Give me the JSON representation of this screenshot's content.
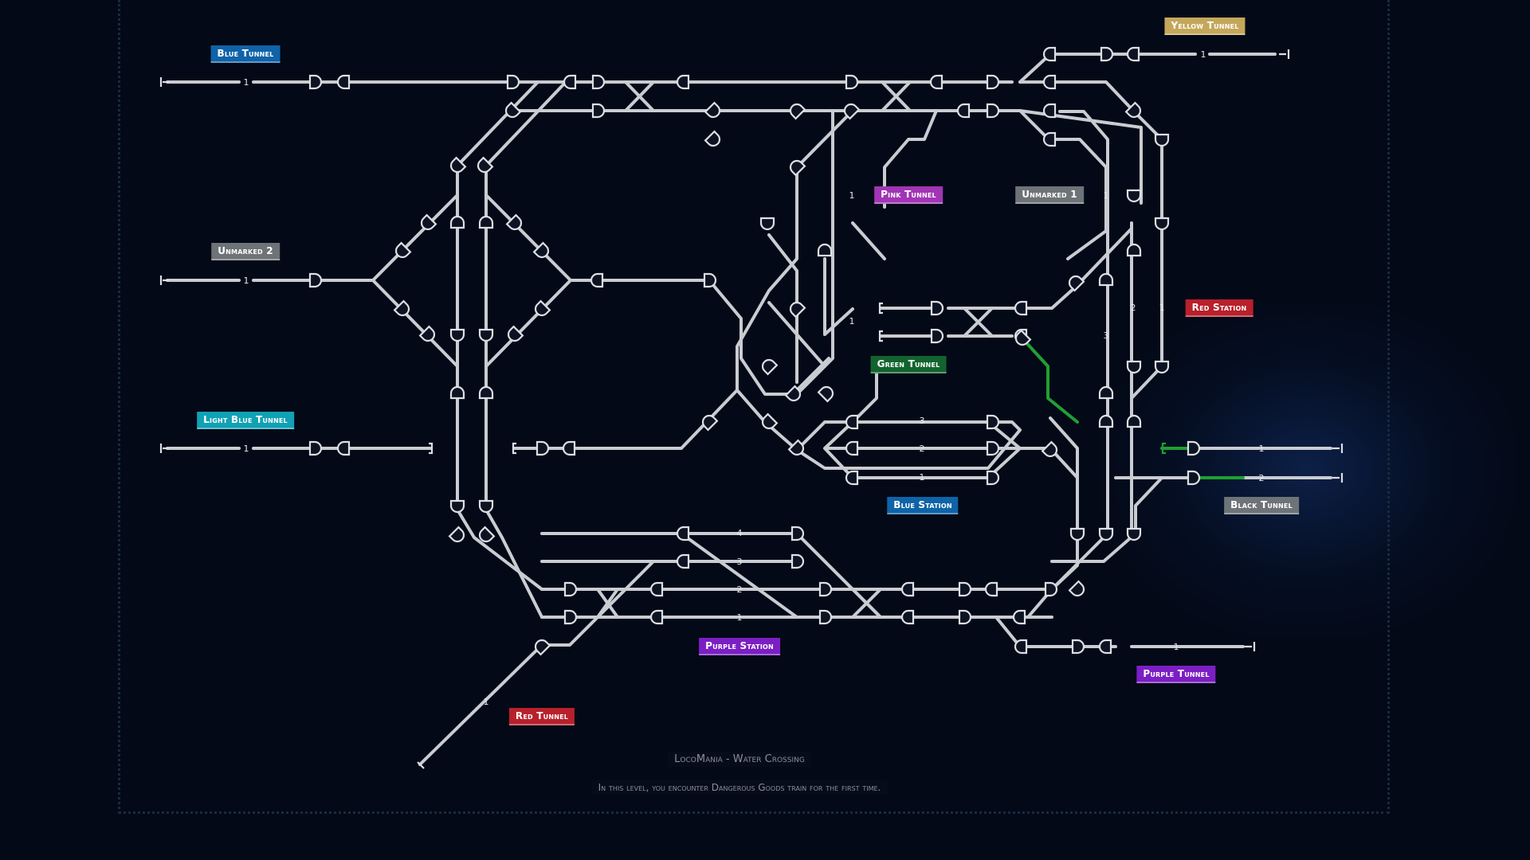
{
  "level": {
    "title": "LocoMania - Water Crossing",
    "description": "In this level, you encounter Dangerous Goods train for the first time."
  },
  "colors": {
    "background": "#030917",
    "track": "#c9ccd1",
    "active_route": "#1fa032"
  },
  "labels": {
    "blue_tunnel": {
      "text": "Blue Tunnel",
      "color": "#0f63a8"
    },
    "unmarked_2": {
      "text": "Unmarked 2",
      "color": "#6e7378"
    },
    "light_blue_tunnel": {
      "text": "Light Blue Tunnel",
      "color": "#10a1b4"
    },
    "yellow_tunnel": {
      "text": "Yellow Tunnel",
      "color": "#c4a75a"
    },
    "pink_tunnel": {
      "text": "Pink Tunnel",
      "color": "#a235b5"
    },
    "unmarked_1": {
      "text": "Unmarked 1",
      "color": "#6e7378"
    },
    "red_station": {
      "text": "Red Station",
      "color": "#b8202b"
    },
    "green_tunnel": {
      "text": "Green Tunnel",
      "color": "#12642e"
    },
    "blue_station": {
      "text": "Blue Station",
      "color": "#0f63a8"
    },
    "black_tunnel": {
      "text": "Black Tunnel",
      "color": "#6e7378"
    },
    "purple_station": {
      "text": "Purple Station",
      "color": "#7b1fc4"
    },
    "purple_tunnel": {
      "text": "Purple Tunnel",
      "color": "#7b1fc4"
    },
    "red_tunnel": {
      "text": "Red Tunnel",
      "color": "#b8202b"
    }
  },
  "platform_numbers": {
    "blue_tunnel": "1",
    "unmarked_2": "1",
    "light_blue_tunnel": "1",
    "yellow_tunnel": "1",
    "pink_tunnel": "1",
    "unmarked_1": "1",
    "pink_stub": "1",
    "red_station_1": "1",
    "red_station_2": "2",
    "red_station_3": "3",
    "blue_station_1": "1",
    "blue_station_2": "2",
    "blue_station_3": "3",
    "black_tunnel_1": "1",
    "black_tunnel_2": "2",
    "purple_station_1": "1",
    "purple_station_2": "2",
    "purple_station_3": "3",
    "purple_station_4": "4",
    "purple_tunnel": "1",
    "red_tunnel": "1"
  }
}
